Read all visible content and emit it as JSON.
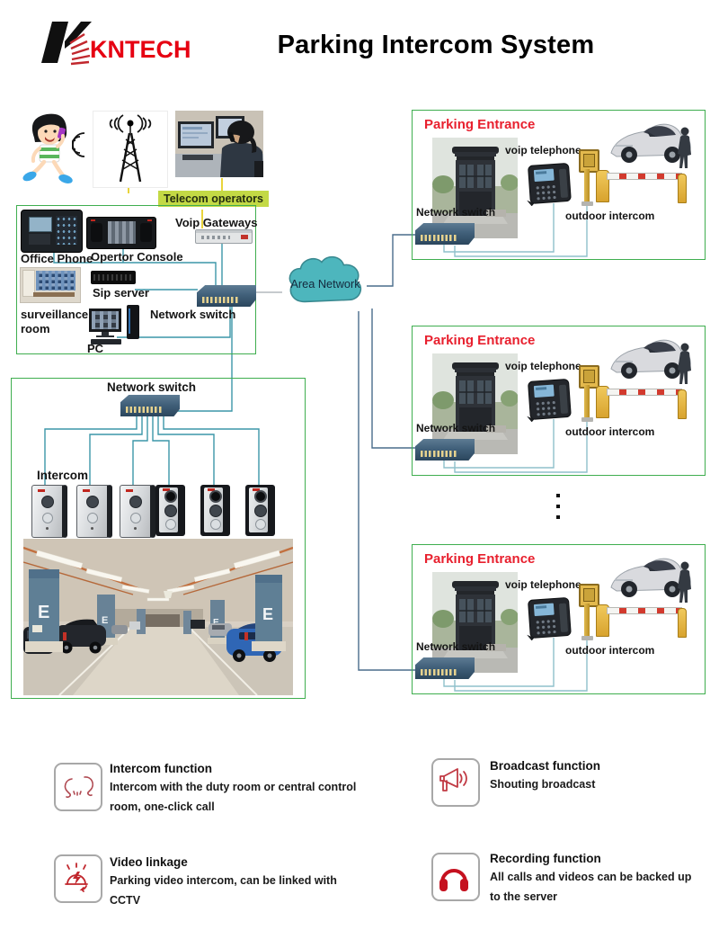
{
  "header": {
    "logo_text": "KNTECH",
    "title": "Parking Intercom System"
  },
  "operators_area": {
    "telecom_label": "Telecom operators"
  },
  "control_center": {
    "voip_gateways": "Voip Gateways",
    "office_phone": "Office Phone",
    "operator_console": "Opertor Console",
    "sip_server": "Sip server",
    "surveillance_line1": "surveillance",
    "surveillance_line2": "room",
    "network_switch": "Network switch",
    "pc": "PC"
  },
  "cloud": {
    "label": "Area Network"
  },
  "entrances": [
    {
      "title": "Parking Entrance",
      "network_switch": "Network switch",
      "voip_telephone": "voip telephone",
      "outdoor_intercom": "outdoor intercom"
    },
    {
      "title": "Parking Entrance",
      "network_switch": "Network switch",
      "voip_telephone": "voip telephone",
      "outdoor_intercom": "outdoor intercom"
    },
    {
      "title": "Parking Entrance",
      "network_switch": "Network switch",
      "voip_telephone": "voip telephone",
      "outdoor_intercom": "outdoor intercom"
    }
  ],
  "intercom_area": {
    "network_switch": "Network switch",
    "intercom_label": "Intercom"
  },
  "garage": {
    "pillar_letter": "E"
  },
  "features": [
    {
      "icon": "intercom-faces-icon",
      "title": "Intercom function",
      "line1": "Intercom with the duty room or central control",
      "line2": "room, one-click call"
    },
    {
      "icon": "megaphone-icon",
      "title": "Broadcast function",
      "line1": "Shouting broadcast",
      "line2": ""
    },
    {
      "icon": "alarm-light-icon",
      "title": "Video linkage",
      "line1": "Parking video intercom, can be linked with",
      "line2": "CCTV"
    },
    {
      "icon": "headphones-icon",
      "title": "Recording function",
      "line1": "All calls and videos can be backed up",
      "line2": "to the server"
    }
  ],
  "colors": {
    "brand_red": "#e60012",
    "entrance_title_red": "#e8202e",
    "box_border_green": "#3fae4f",
    "telecom_bg": "#c3d945",
    "cloud_fill": "#4db6bd",
    "wire_teal": "#3c96a8",
    "wire_slate": "#4a6d8c",
    "wire_yellow": "#e9d43c",
    "feature_icon_red": "#c1272d"
  }
}
